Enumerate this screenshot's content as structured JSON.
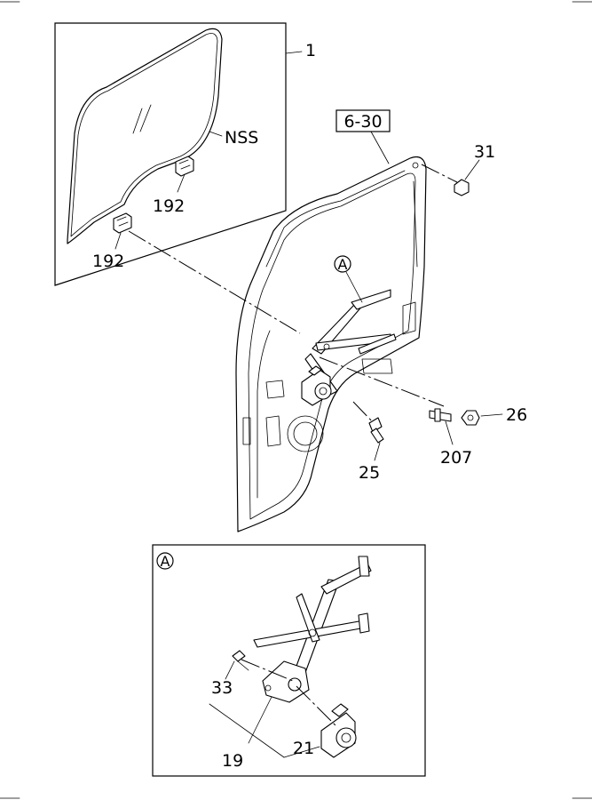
{
  "labels": {
    "part_1": "1",
    "nss": "NSS",
    "part_192_top": "192",
    "part_192_bottom": "192",
    "ref_6_30": "6-30",
    "part_31": "31",
    "callout_a_main": "A",
    "part_26": "26",
    "part_207": "207",
    "part_25": "25",
    "callout_a_detail": "A",
    "part_33": "33",
    "part_19": "19",
    "part_21": "21"
  }
}
